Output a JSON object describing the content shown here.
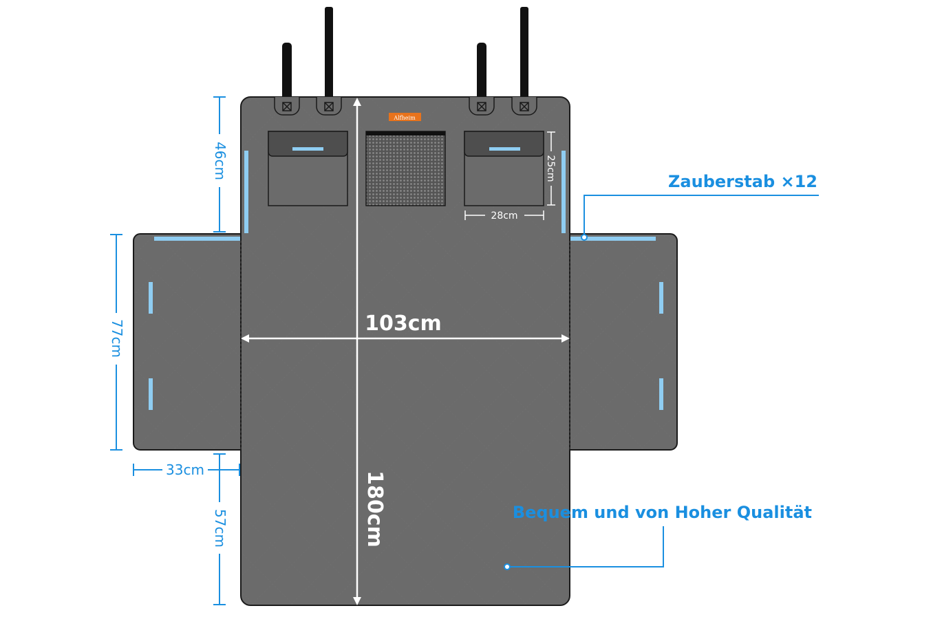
{
  "brand_logo": "Alfheim",
  "dimensions": {
    "width": "103cm",
    "length": "180cm",
    "top_section": "46cm",
    "side_flap_height": "77cm",
    "side_flap_width": "33cm",
    "bottom_section": "57cm",
    "pocket_width": "28cm",
    "pocket_height": "25cm"
  },
  "callouts": {
    "stiffeners": "Zauberstab ×12",
    "quality": "Bequem und von Hoher Qualität"
  },
  "colors": {
    "mat": "#6b6b6b",
    "outline": "#1a1a1a",
    "stiffener": "#8fcdf2",
    "accent_text": "#1a8fe0",
    "logo": "#e8731c"
  }
}
